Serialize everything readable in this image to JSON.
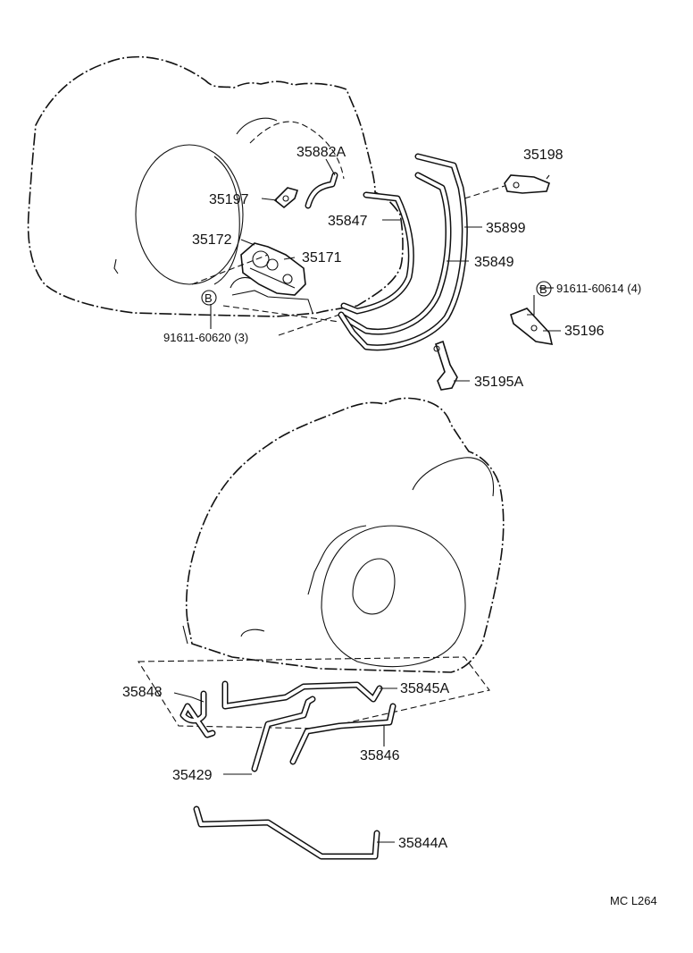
{
  "parts": {
    "p35882A": "35882A",
    "p35198": "35198",
    "p35197": "35197",
    "p35847": "35847",
    "p35899": "35899",
    "p35172": "35172",
    "p35171": "35171",
    "p35849": "35849",
    "p91611_60614": "91611-60614 (4)",
    "p91611_60620": "91611-60620 (3)",
    "p35196": "35196",
    "p35195A": "35195A",
    "p35848": "35848",
    "p35845A": "35845A",
    "p35846": "35846",
    "p35429": "35429",
    "p35844A": "35844A"
  },
  "bolt_symbol": "B",
  "diagram_code": "MC L264"
}
